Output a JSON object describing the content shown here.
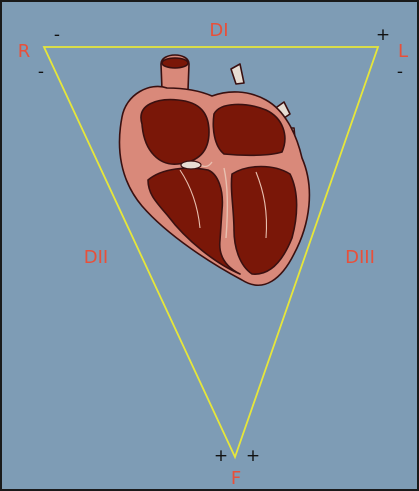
{
  "figure": {
    "leads": {
      "lead_1": "DI",
      "lead_2": "DII",
      "lead_3": "DIII"
    },
    "electrodes": {
      "right": "R",
      "left": "L",
      "foot": "F"
    },
    "polarity": {
      "r_top": "-",
      "r_bottom": "-",
      "l_top": "+",
      "l_bottom": "-",
      "f_left": "+",
      "f_right": "+"
    }
  },
  "colors": {
    "background": "#7e9cb5",
    "triangle": "#e6e63a",
    "label": "#e8503a",
    "sign": "#111111",
    "heart_outer": "#d9897a",
    "heart_chamber": "#7a1708",
    "heart_outline": "#3a1010"
  },
  "icons": {
    "central_image": "heart-icon"
  }
}
